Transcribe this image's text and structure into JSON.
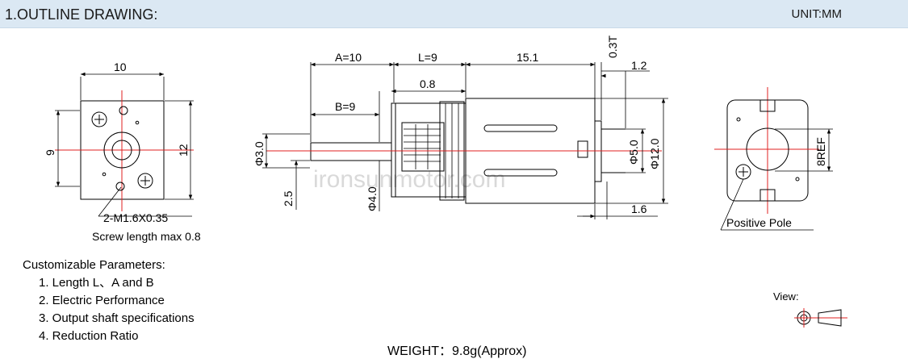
{
  "header": {
    "title": "1.OUTLINE DRAWING:",
    "unit": "UNIT:MM"
  },
  "front_view": {
    "dim_width": "10",
    "dim_side": "9",
    "dim_height": "12",
    "screw_spec": "2-M1.6X0.35",
    "screw_note": "Screw length max 0.8"
  },
  "side_view": {
    "dim_a": "A=10",
    "dim_l": "L=9",
    "dim_motor": "15.1",
    "dim_03t": "0.3T",
    "dim_12": "1.2",
    "dim_08": "0.8",
    "dim_b": "B=9",
    "dim_phi3": "Φ3.0",
    "dim_25": "2.5",
    "dim_phi4": "Φ4.0",
    "dim_phi5": "Φ5.0",
    "dim_phi12": "Φ12.0",
    "dim_16": "1.6",
    "watermark": "ironsunmotor.com"
  },
  "back_view": {
    "dim_8ref": "8REF",
    "positive_pole": "Positive Pole"
  },
  "params": {
    "heading": "Customizable Parameters:",
    "items": [
      "1. Length  L、A and B",
      "2. Electric Performance",
      "3. Output shaft specifications",
      "4. Reduction Ratio"
    ]
  },
  "weight": "WEIGHT：9.8g(Approx)",
  "view_label": "View:",
  "colors": {
    "header_bg": "#dbe8f3",
    "centerline": "#e02020"
  }
}
